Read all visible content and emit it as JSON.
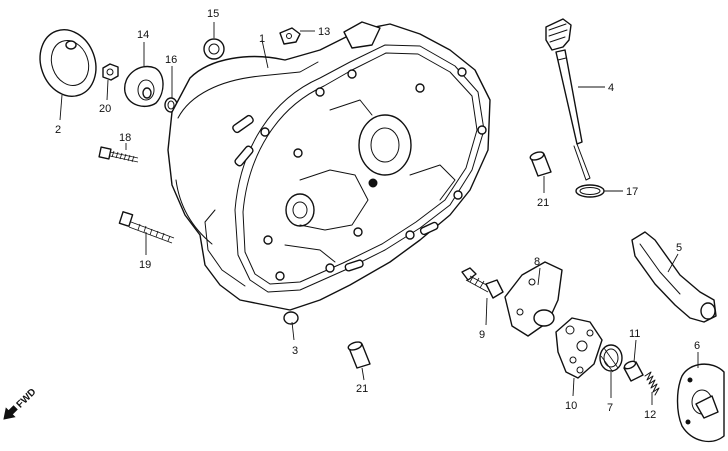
{
  "callouts": {
    "p1": "1",
    "p2": "2",
    "p3": "3",
    "p4": "4",
    "p5": "5",
    "p6": "6",
    "p7": "7",
    "p8": "8",
    "p9": "9",
    "p10": "10",
    "p11": "11",
    "p12": "12",
    "p13": "13",
    "p14": "14",
    "p15": "15",
    "p16": "16",
    "p17": "17",
    "p18": "18",
    "p19": "19",
    "p20": "20",
    "p21a": "21",
    "p21b": "21"
  },
  "fwd_label": "FWD"
}
